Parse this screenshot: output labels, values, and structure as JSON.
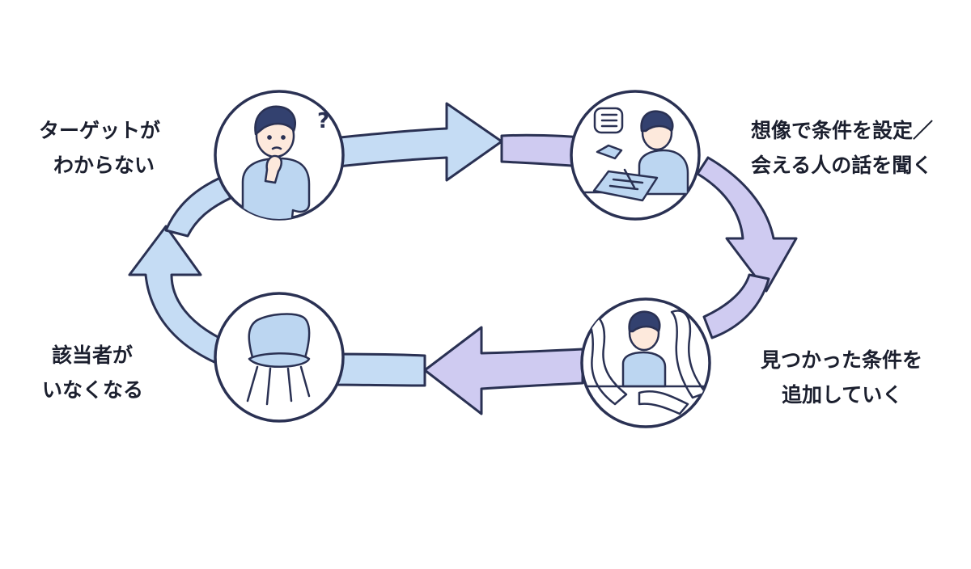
{
  "colors": {
    "blue_fill": "#c5dcf4",
    "lavender_fill": "#cfcbf1",
    "outline": "#2a3153",
    "circle_fill": "#ffffff",
    "icon_blue": "#bcd6f1",
    "skin": "#fde9dc",
    "hair": "#33416f",
    "text": "#1b1f2e"
  },
  "stages": [
    {
      "id": "top-left",
      "lines": [
        "ターゲットが",
        "わからない"
      ],
      "icon": "confused-person-icon"
    },
    {
      "id": "top-right",
      "lines": [
        "想像で条件を設定／",
        "会える人の話を聞く"
      ],
      "icon": "person-writing-on-tablet-icon"
    },
    {
      "id": "bottom-right",
      "lines": [
        "見つかった条件を",
        "追加していく"
      ],
      "icon": "person-with-long-list-icon"
    },
    {
      "id": "bottom-left",
      "lines": [
        "該当者が",
        "いなくなる"
      ],
      "icon": "empty-chair-icon"
    }
  ]
}
